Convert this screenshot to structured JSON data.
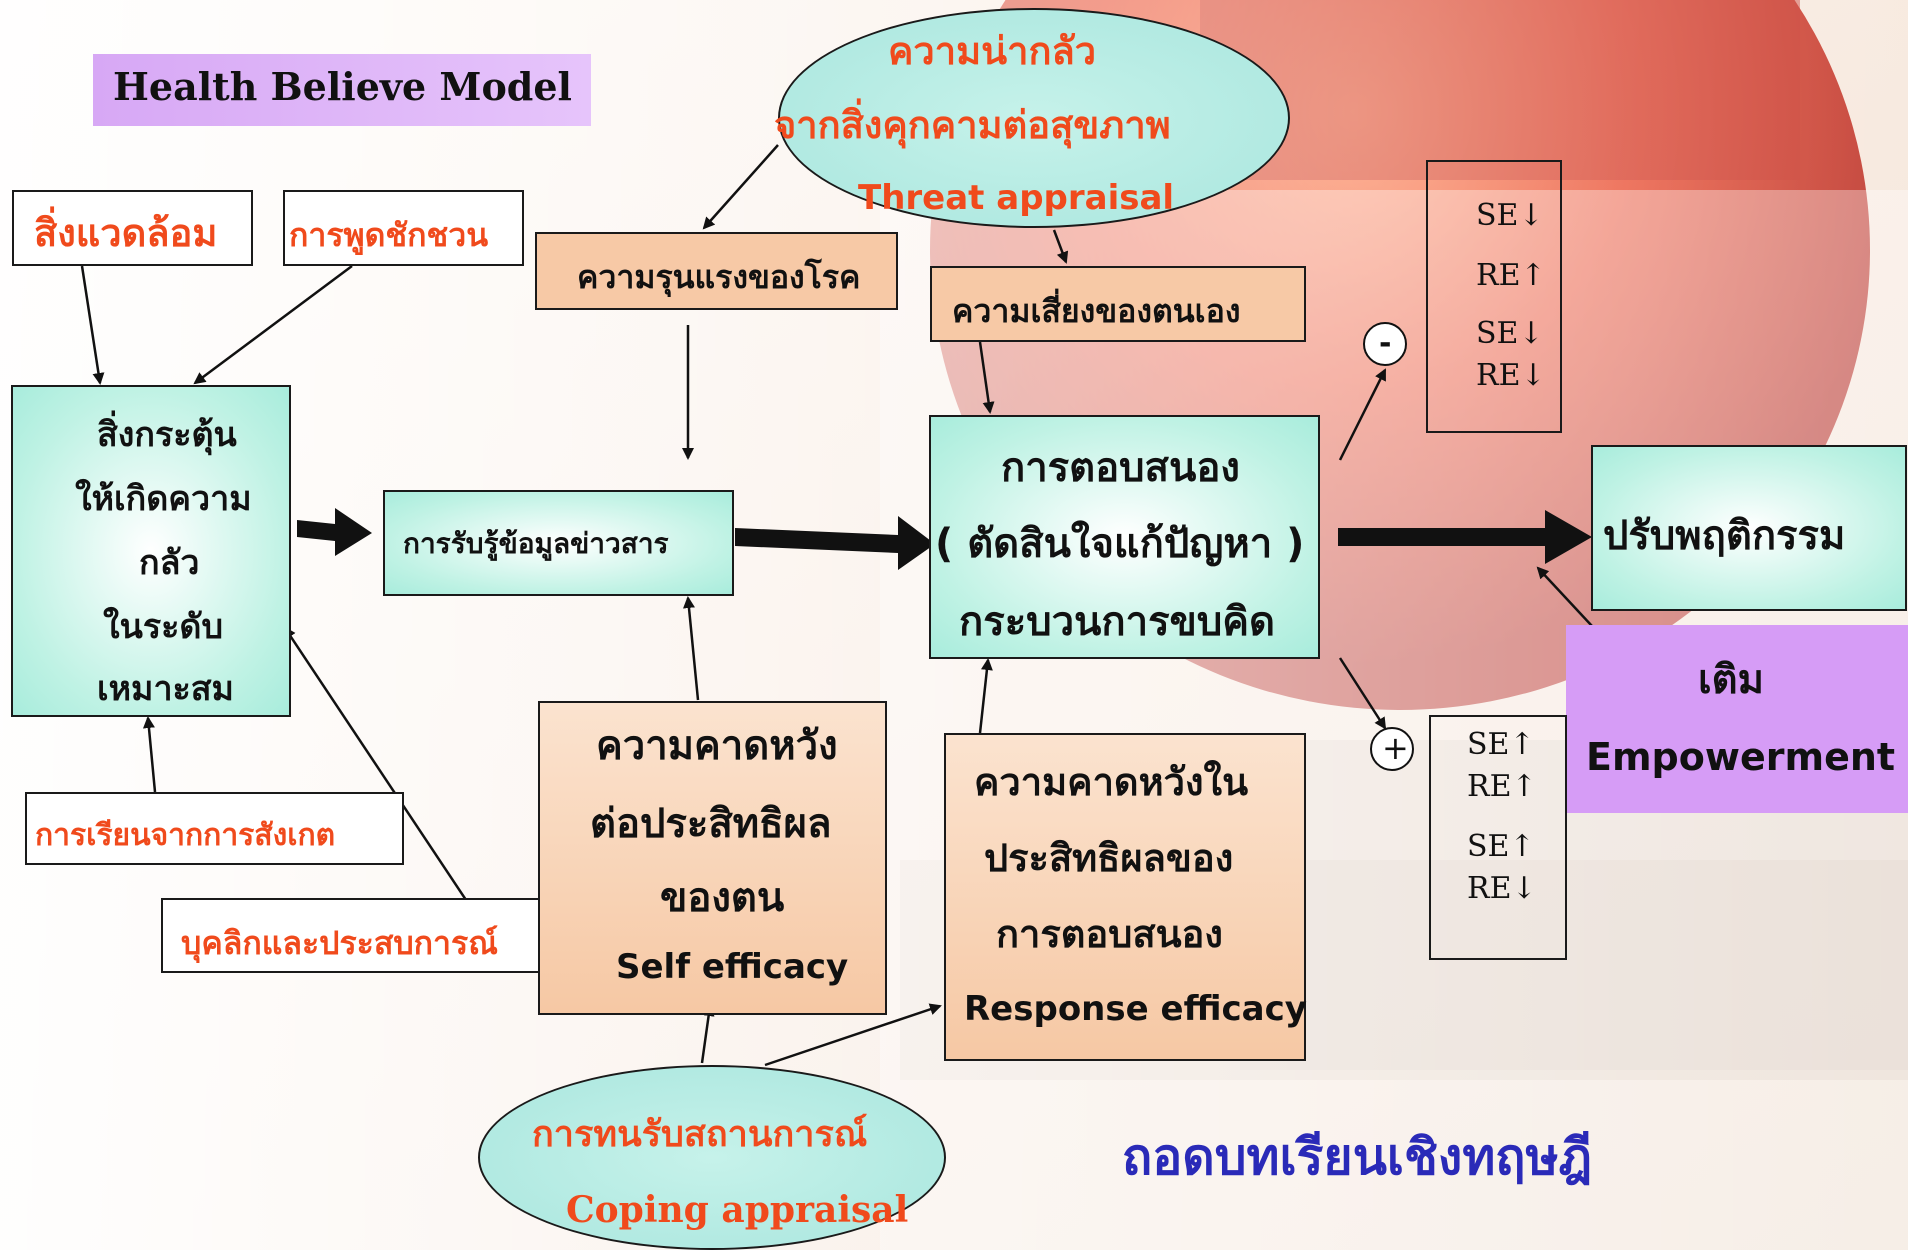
{
  "title": "Health Believe Model",
  "threat": {
    "line1": "ความน่ากลัว",
    "line2": "จากสิ่งคุกคามต่อสุขภาพ",
    "line3": "Threat appraisal"
  },
  "environment": "สิ่งแวดล้อม",
  "persuasion": "การพูดชักชวน",
  "severity": "ความรุนแรงของโรค",
  "vulnerability": "ความเสี่ยงของตนเอง",
  "fear_stimulus": [
    "สิ่งกระตุ้น",
    "ให้เกิดความ",
    "กลัว",
    "ในระดับ",
    "เหมาะสม"
  ],
  "info_perception": "การรับรู้ข้อมูลข่าวสาร",
  "response": [
    "การตอบสนอง",
    "( ตัดสินใจแก้ปัญหา )",
    "กระบวนการขบคิด"
  ],
  "behavior_change": "ปรับพฤติกรรม",
  "empowerment": [
    "เติม",
    "Empowerment"
  ],
  "observational_learning": "การเรียนจากการสังเกต",
  "personality": "บุคลิกและประสบการณ์",
  "self_efficacy": [
    "ความคาดหวัง",
    "ต่อประสิทธิผล",
    "ของตน",
    "Self efficacy"
  ],
  "response_efficacy": [
    "ความคาดหวังใน",
    "ประสิทธิผลของ",
    "การตอบสนอง",
    "Response efficacy"
  ],
  "coping": [
    "การทนรับสถานการณ์",
    "Coping appraisal"
  ],
  "minus_sign": "-",
  "plus_sign": "+",
  "negative_outcomes": [
    {
      "label": "SE",
      "dir": "↓"
    },
    {
      "label": "RE",
      "dir": "↑"
    },
    {
      "label": "SE",
      "dir": "↓"
    },
    {
      "label": "RE",
      "dir": "↓"
    }
  ],
  "positive_outcomes": [
    {
      "label": "SE",
      "dir": "↑"
    },
    {
      "label": "RE",
      "dir": "↑"
    },
    {
      "label": "SE",
      "dir": "↑"
    },
    {
      "label": "RE",
      "dir": "↓"
    }
  ],
  "footer": "ถอดบทเรียนเชิงทฤษฎี",
  "colors": {
    "accent_red": "#f04a1c",
    "footer_blue": "#2a2ab8",
    "teal_box": "#bff2e4",
    "peach_box": "#f6c8a4",
    "lavender_box": "#d69cf6"
  }
}
